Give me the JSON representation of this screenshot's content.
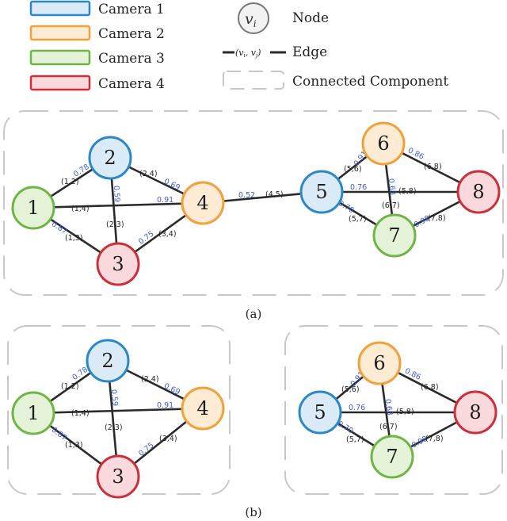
{
  "colors": {
    "camera1": {
      "fill": "#dbeaf7",
      "stroke": "#2a87c8"
    },
    "camera2": {
      "fill": "#fdebd3",
      "stroke": "#f2a03a"
    },
    "camera3": {
      "fill": "#e4f3d7",
      "stroke": "#6fb545"
    },
    "camera4": {
      "fill": "#f9d9db",
      "stroke": "#cc2e3a"
    },
    "weight": "#3b5bdb",
    "component": "#c8c8c8"
  },
  "legend": {
    "cameras": [
      {
        "label": "Camera 1",
        "color": "camera1"
      },
      {
        "label": "Camera 2",
        "color": "camera2"
      },
      {
        "label": "Camera 3",
        "color": "camera3"
      },
      {
        "label": "Camera 4",
        "color": "camera4"
      }
    ],
    "node_symbol": "v",
    "node_symbol_sub": "i",
    "node_label": "Node",
    "edge_symbol": "(v",
    "edge_symbol_mid": "i",
    "edge_symbol_sep": ", v",
    "edge_symbol_end": "j",
    "edge_symbol_close": ")",
    "edge_label": "Edge",
    "component_label": "Connected Component"
  },
  "panels": {
    "a": {
      "caption": "(a)",
      "nodes": [
        {
          "id": "1",
          "camera": "camera3"
        },
        {
          "id": "2",
          "camera": "camera1"
        },
        {
          "id": "3",
          "camera": "camera4"
        },
        {
          "id": "4",
          "camera": "camera2"
        },
        {
          "id": "5",
          "camera": "camera1"
        },
        {
          "id": "6",
          "camera": "camera2"
        },
        {
          "id": "7",
          "camera": "camera3"
        },
        {
          "id": "8",
          "camera": "camera4"
        }
      ],
      "edges": [
        {
          "name": "(1,2)",
          "weight": "0.78"
        },
        {
          "name": "(1,4)",
          "weight": "0.91"
        },
        {
          "name": "(1,3)",
          "weight": "0.87"
        },
        {
          "name": "(2,3)",
          "weight": "0.59"
        },
        {
          "name": "(2,4)",
          "weight": "0.69"
        },
        {
          "name": "(3,4)",
          "weight": "0.75"
        },
        {
          "name": "(4,5)",
          "weight": "0.52"
        },
        {
          "name": "(5,6)",
          "weight": "0.91"
        },
        {
          "name": "(5,8)",
          "weight": "0.76"
        },
        {
          "name": "(5,7)",
          "weight": "0.70"
        },
        {
          "name": "(6,7)",
          "weight": "0.63"
        },
        {
          "name": "(6,8)",
          "weight": "0.86"
        },
        {
          "name": "(7,8)",
          "weight": "0.98"
        }
      ]
    },
    "b": {
      "caption": "(b)",
      "nodes": [
        {
          "id": "1",
          "camera": "camera3"
        },
        {
          "id": "2",
          "camera": "camera1"
        },
        {
          "id": "3",
          "camera": "camera4"
        },
        {
          "id": "4",
          "camera": "camera2"
        },
        {
          "id": "5",
          "camera": "camera1"
        },
        {
          "id": "6",
          "camera": "camera2"
        },
        {
          "id": "7",
          "camera": "camera3"
        },
        {
          "id": "8",
          "camera": "camera4"
        }
      ],
      "edges": [
        {
          "name": "(1,2)",
          "weight": "0.78"
        },
        {
          "name": "(1,4)",
          "weight": "0.91"
        },
        {
          "name": "(1,3)",
          "weight": "0.87"
        },
        {
          "name": "(2,3)",
          "weight": "0.59"
        },
        {
          "name": "(2,4)",
          "weight": "0.69"
        },
        {
          "name": "(3,4)",
          "weight": "0.75"
        },
        {
          "name": "(5,6)",
          "weight": "0.91"
        },
        {
          "name": "(5,8)",
          "weight": "0.76"
        },
        {
          "name": "(5,7)",
          "weight": "0.70"
        },
        {
          "name": "(6,7)",
          "weight": "0.63"
        },
        {
          "name": "(6,8)",
          "weight": "0.86"
        },
        {
          "name": "(7,8)",
          "weight": "0.98"
        }
      ]
    }
  }
}
